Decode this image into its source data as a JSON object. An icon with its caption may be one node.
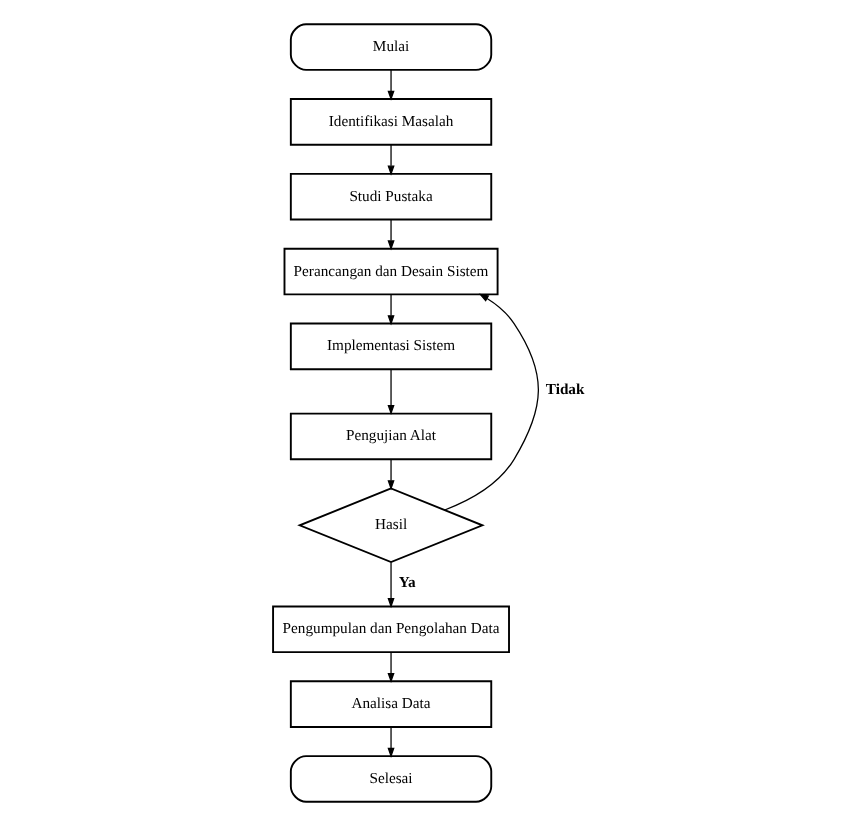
{
  "diagram": {
    "nodes": [
      {
        "text": [
          "Mulai"
        ]
      },
      {
        "text": [
          "Identifikasi Masalah"
        ]
      },
      {
        "text": [
          "Studi Pustaka"
        ]
      },
      {
        "text": [
          "Perancangan dan Desain Sistem"
        ]
      },
      {
        "text": [
          "Implementasi Sistem"
        ]
      },
      {
        "text": [
          "Pengujian Alat"
        ]
      },
      {
        "text": [
          "Hasil"
        ]
      },
      {
        "text": [
          "Pengumpulan dan Pengolahan Data"
        ]
      },
      {
        "text": [
          "Analisa Data"
        ]
      },
      {
        "text": [
          "Selesai"
        ]
      }
    ],
    "edges": [
      {
        "from": 0,
        "to": 1,
        "arrow": "to"
      },
      {
        "from": 1,
        "to": 2,
        "arrow": "to"
      },
      {
        "from": 2,
        "to": 3,
        "arrow": "to"
      },
      {
        "from": 3,
        "to": 4,
        "arrow": "to"
      },
      {
        "from": 4,
        "to": 5,
        "arrow": "to"
      },
      {
        "from": 5,
        "to": 6,
        "arrow": "to"
      },
      {
        "from": 6,
        "to": 3,
        "arrow": "to",
        "label": "Tidak"
      },
      {
        "from": 6,
        "to": 7,
        "arrow": "to",
        "label": "Ya"
      },
      {
        "from": 7,
        "to": 8,
        "arrow": "to"
      },
      {
        "from": 8,
        "to": 9,
        "arrow": "to"
      }
    ]
  }
}
